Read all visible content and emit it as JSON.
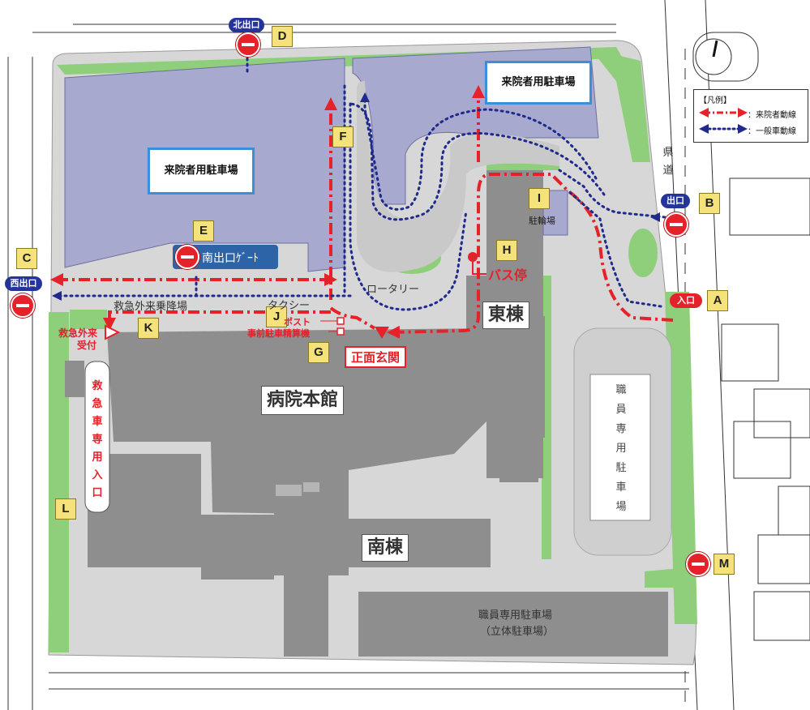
{
  "parking": {
    "visitor_left": "来院者用駐車場",
    "visitor_top": "来院者用駐車場",
    "staff_right_chars": [
      "職",
      "員",
      "専",
      "用",
      "駐",
      "車",
      "場"
    ],
    "staff_bottom_line1": "職員専用駐車場",
    "staff_bottom_line2": "（立体駐車場）"
  },
  "buildings": {
    "main": "病院本館",
    "east": "東棟",
    "south": "南棟"
  },
  "exits": {
    "north": "北出口",
    "west": "西出口",
    "east_exit": "出口",
    "entrance": "入口",
    "south_gate": "南出口ｹﾞｰﾄ"
  },
  "points": {
    "A": "A",
    "B": "B",
    "C": "C",
    "D": "D",
    "E": "E",
    "F": "F",
    "G": "G",
    "H": "H",
    "I": "I",
    "J": "J",
    "K": "K",
    "L": "L",
    "M": "M"
  },
  "labels": {
    "rotary": "ロータリー",
    "taxi": "タクシー",
    "emergency_outpatient_dropoff": "救急外来乗降場",
    "emergency_reception_line1": "救急外来",
    "emergency_reception_line2": "受付",
    "emergency_vehicle_only": [
      "救",
      "急",
      "車",
      "専",
      "用",
      "入",
      "口"
    ],
    "bus_stop": "バス停",
    "post": "ポスト",
    "prepay_machine": "事前駐車精算機",
    "main_entrance": "正面玄関",
    "bicycle_parking": "駐輪場",
    "prefectural_road": [
      "県",
      "道"
    ]
  },
  "legend": {
    "title": "【凡例】",
    "visitor_route": "：来院者動線",
    "general_route": "：一般車動線"
  },
  "colors": {
    "visitor_route": "#e5212a",
    "general_route": "#1f2a8c",
    "parking": "#a7a9cf",
    "building": "#8e8e8e",
    "grounds": "#d6d6d6",
    "green": "#8fcf7c",
    "label_box": "#f6e27a",
    "exit_pill": "#24349a"
  }
}
